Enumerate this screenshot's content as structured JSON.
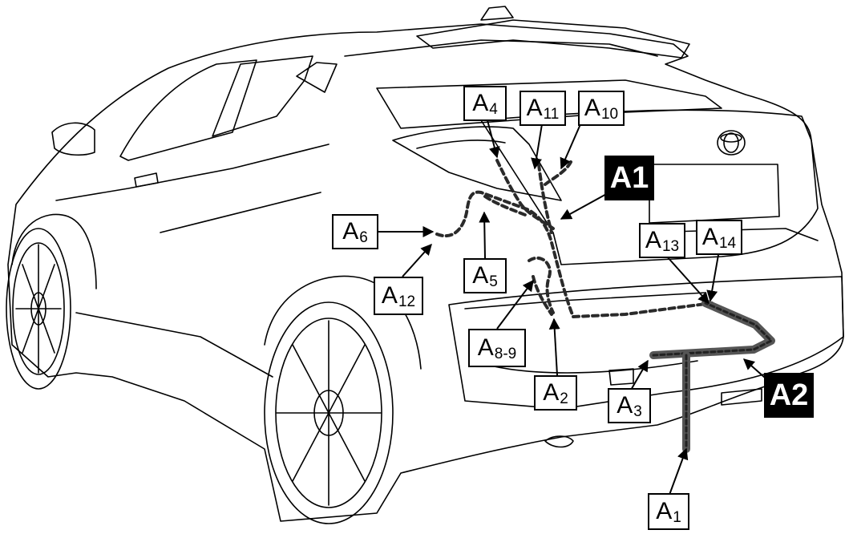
{
  "diagram": {
    "subject": "Rear three-quarter view of a crossover SUV showing tow bar wiring harness routing",
    "main_labels": [
      {
        "id": "A1",
        "text": "A1"
      },
      {
        "id": "A2",
        "text": "A2"
      }
    ],
    "callouts": [
      {
        "id": "A1",
        "letter": "A",
        "number": "1"
      },
      {
        "id": "A2",
        "letter": "A",
        "number": "2"
      },
      {
        "id": "A3",
        "letter": "A",
        "number": "3"
      },
      {
        "id": "A4",
        "letter": "A",
        "number": "4"
      },
      {
        "id": "A5",
        "letter": "A",
        "number": "5"
      },
      {
        "id": "A6",
        "letter": "A",
        "number": "6"
      },
      {
        "id": "A8-9",
        "letter": "A",
        "number": "8-9"
      },
      {
        "id": "A10",
        "letter": "A",
        "number": "10"
      },
      {
        "id": "A11",
        "letter": "A",
        "number": "11"
      },
      {
        "id": "A12",
        "letter": "A",
        "number": "12"
      },
      {
        "id": "A13",
        "letter": "A",
        "number": "13"
      },
      {
        "id": "A14",
        "letter": "A",
        "number": "14"
      }
    ],
    "colors": {
      "line": "#000000",
      "harness_a1": "#2a2a2a",
      "harness_a2": "#555555",
      "background": "#ffffff"
    }
  }
}
